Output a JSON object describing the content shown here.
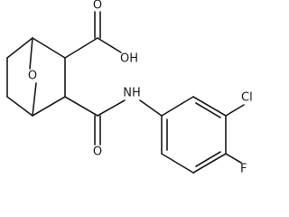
{
  "molecule": {
    "atom_labels": {
      "bridge_oxygen": "O",
      "hydroxyl": "OH",
      "carbonyl_oxygen_acid": "O",
      "amide_nh": "NH",
      "carbonyl_oxygen_amide": "O",
      "chlorine": "Cl",
      "fluorine": "F"
    },
    "colors": {
      "bond": "#1a1a1a",
      "label": "#1a1a1a",
      "background": "#ffffff"
    }
  }
}
